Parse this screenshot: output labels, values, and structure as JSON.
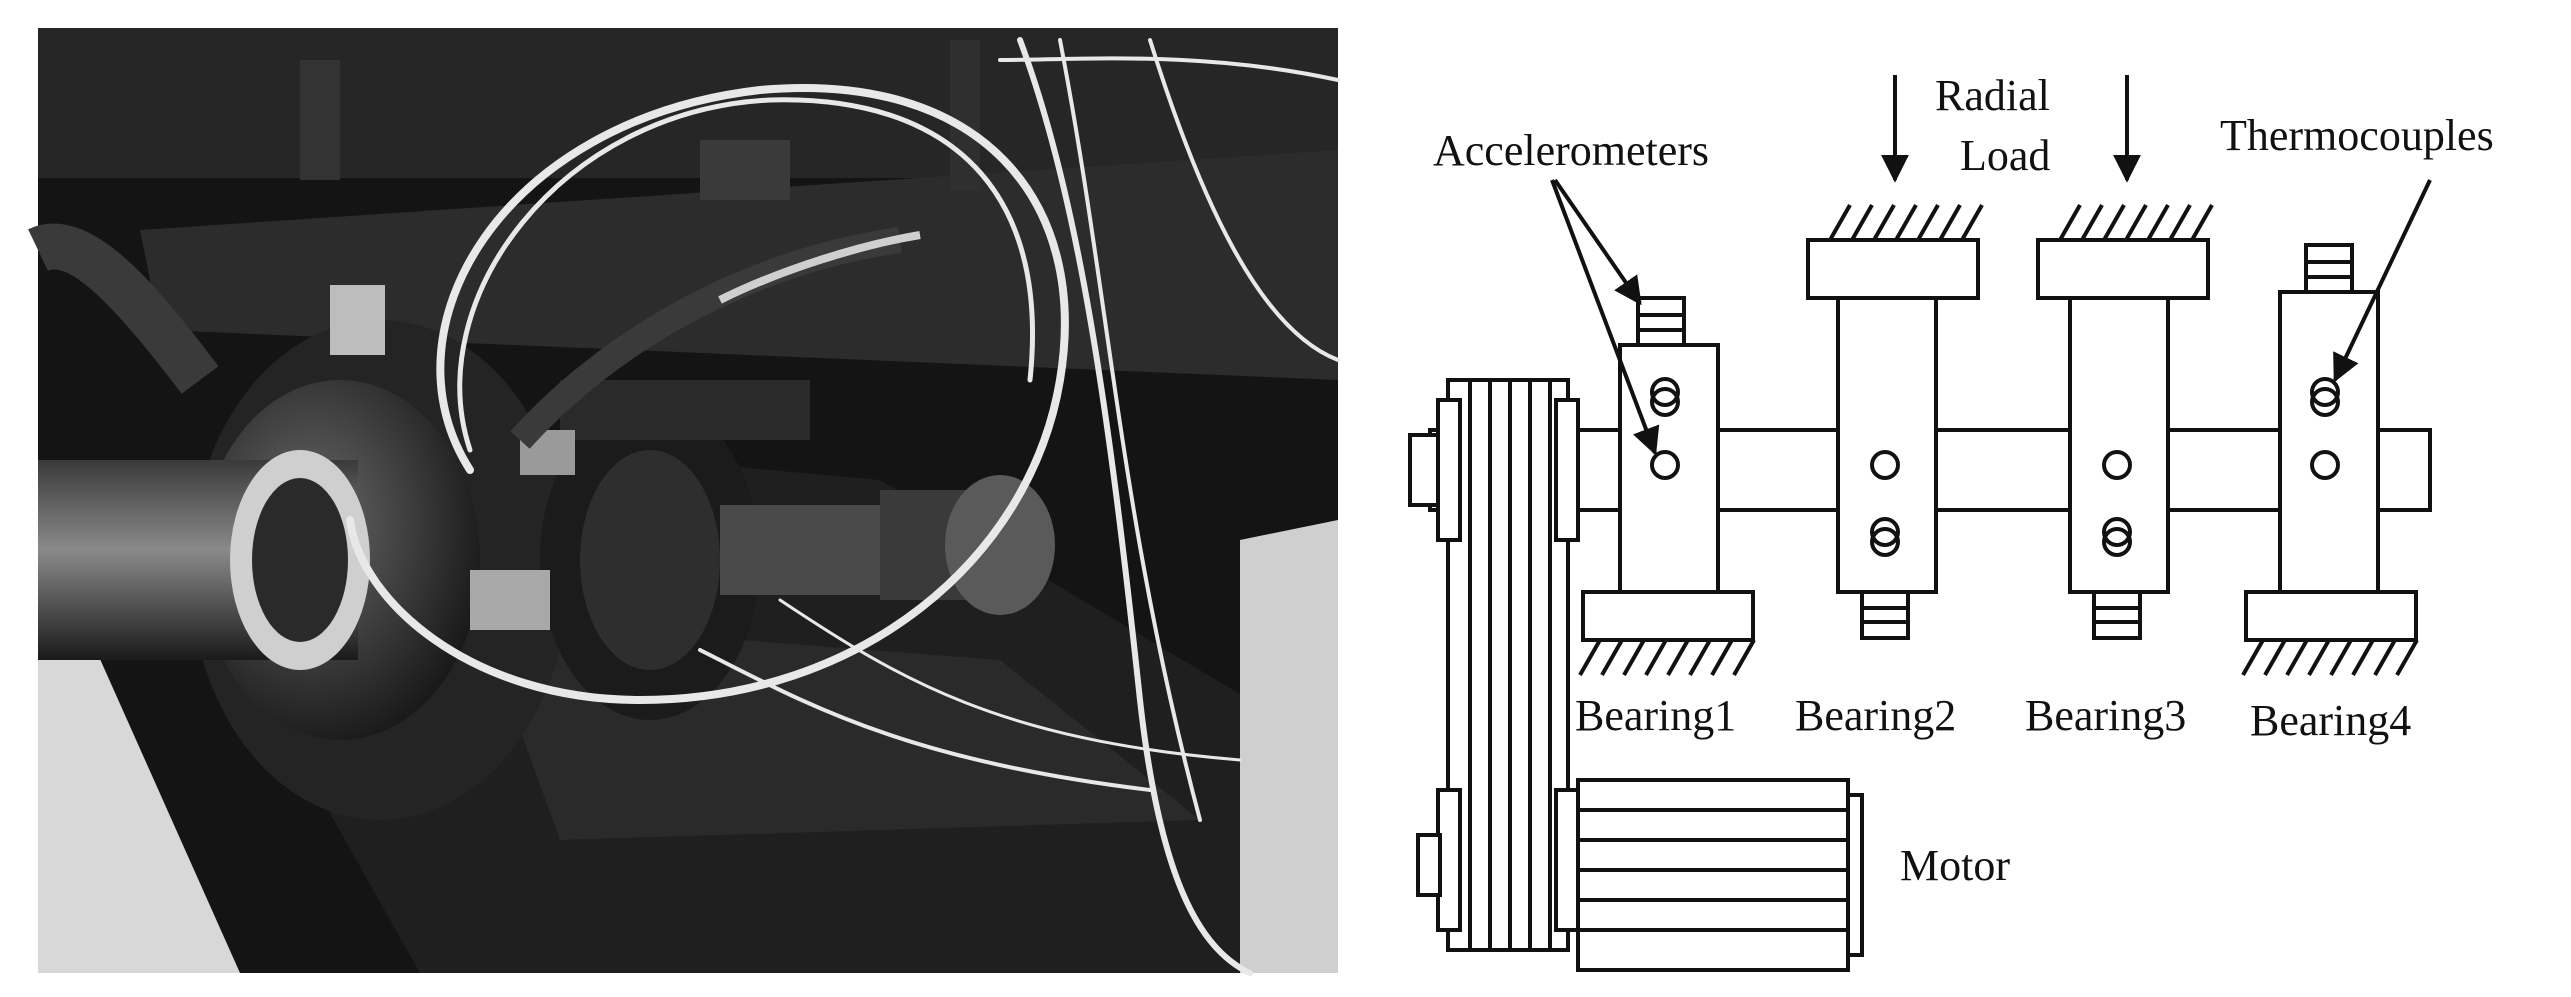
{
  "labels": {
    "accelerometers": "Accelerometers",
    "radial": "Radial",
    "load": "Load",
    "thermocouples": "Thermocouples",
    "bearing1": "Bearing1",
    "bearing2": "Bearing2",
    "bearing3": "Bearing3",
    "bearing4": "Bearing4",
    "motor": "Motor"
  },
  "colors": {
    "ink": "#111111",
    "photo_bg": "#141414",
    "cable": "#e8e8e8"
  }
}
